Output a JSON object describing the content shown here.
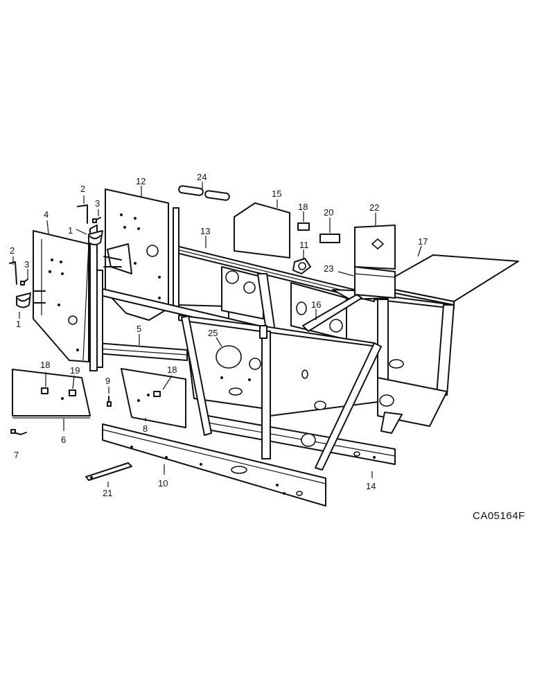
{
  "drawing_code": "CA05164F",
  "callouts": [
    {
      "id": "c2a",
      "text": "2"
    },
    {
      "id": "c3a",
      "text": "3"
    },
    {
      "id": "c1a",
      "text": "1"
    },
    {
      "id": "c4",
      "text": "4"
    },
    {
      "id": "c2b",
      "text": "2"
    },
    {
      "id": "c3b",
      "text": "3"
    },
    {
      "id": "c1b",
      "text": "1"
    },
    {
      "id": "c12",
      "text": "12"
    },
    {
      "id": "c24",
      "text": "24"
    },
    {
      "id": "c15",
      "text": "15"
    },
    {
      "id": "c18a",
      "text": "18"
    },
    {
      "id": "c20",
      "text": "20"
    },
    {
      "id": "c22",
      "text": "22"
    },
    {
      "id": "c17",
      "text": "17"
    },
    {
      "id": "c13",
      "text": "13"
    },
    {
      "id": "c11",
      "text": "11"
    },
    {
      "id": "c23",
      "text": "23"
    },
    {
      "id": "c16",
      "text": "16"
    },
    {
      "id": "c5",
      "text": "5"
    },
    {
      "id": "c25",
      "text": "25"
    },
    {
      "id": "c18b",
      "text": "18"
    },
    {
      "id": "c19",
      "text": "19"
    },
    {
      "id": "c18c",
      "text": "18"
    },
    {
      "id": "c9",
      "text": "9"
    },
    {
      "id": "c6",
      "text": "6"
    },
    {
      "id": "c8",
      "text": "8"
    },
    {
      "id": "c7",
      "text": "7"
    },
    {
      "id": "c10",
      "text": "10"
    },
    {
      "id": "c21",
      "text": "21"
    },
    {
      "id": "c14",
      "text": "14"
    }
  ]
}
